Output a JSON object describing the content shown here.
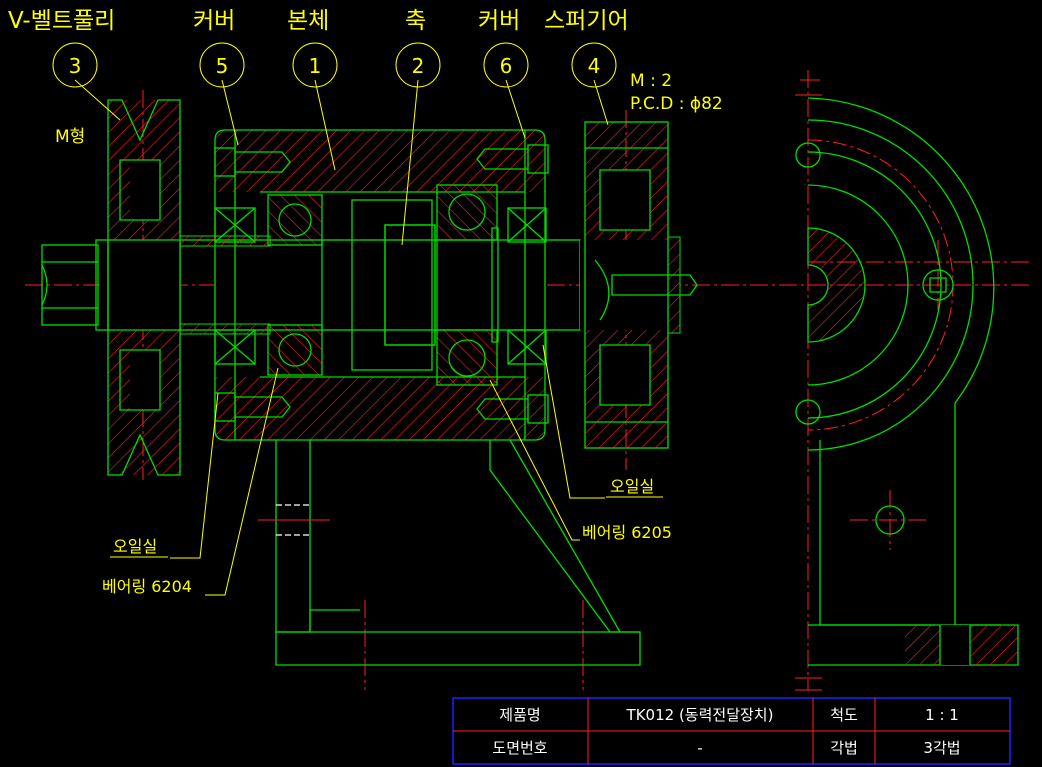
{
  "part_labels": {
    "vbelt_pulley": "V-벨트풀리",
    "cover_left": "커버",
    "body": "본체",
    "shaft": "축",
    "cover_right": "커버",
    "spur_gear": "스퍼기어"
  },
  "balloons": [
    "3",
    "5",
    "1",
    "2",
    "6",
    "4"
  ],
  "annotations": {
    "m_type": "M형",
    "module": "M : 2",
    "pcd": "P.C.D : ϕ82",
    "oil_seal_right": "오일실",
    "bearing_6205": "베어링 6205",
    "oil_seal_left": "오일실",
    "bearing_6204": "베어링 6204"
  },
  "title_block": {
    "product_name_label": "제품명",
    "product_name_value": "TK012 (동력전달장치)",
    "scale_label": "척도",
    "scale_value": "1 : 1",
    "drawing_no_label": "도면번호",
    "drawing_no_value": "-",
    "projection_label": "각법",
    "projection_value": "3각법"
  },
  "colors": {
    "outline": "#00dd00",
    "hatch_center": "#ff2020",
    "text": "#ffff00",
    "hidden_line": "#ffffff",
    "title_border": "#2020ff"
  }
}
